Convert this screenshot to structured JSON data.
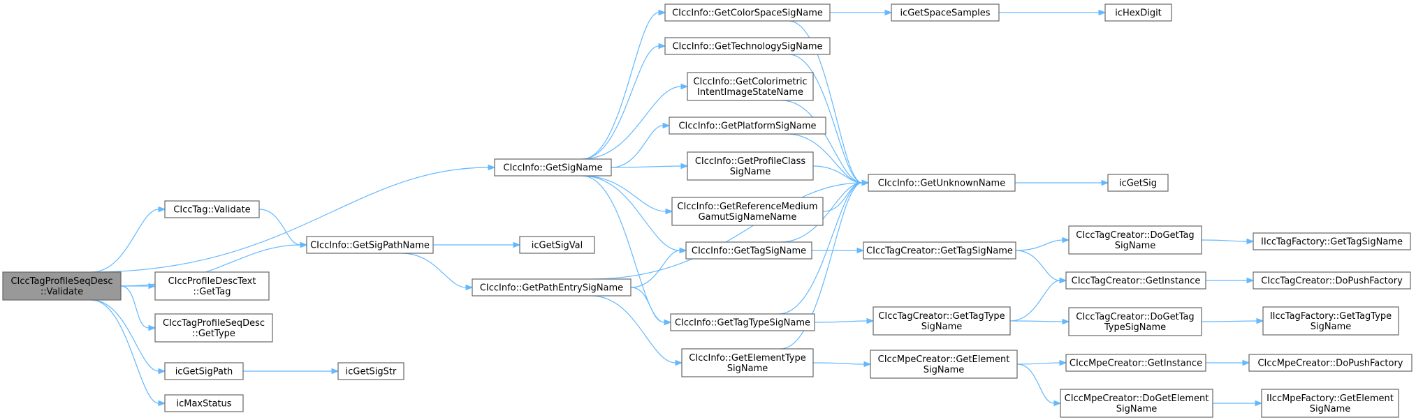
{
  "colors": {
    "node_fill": "#ffffff",
    "root_fill": "#999999",
    "node_border": "#666666",
    "edge": "#63b8ff"
  },
  "nodes": [
    {
      "id": "root",
      "lines": [
        "CIccTagProfileSeqDesc",
        "::Validate"
      ],
      "root": true
    },
    {
      "id": "tag_validate",
      "lines": [
        "CIccTag::Validate"
      ]
    },
    {
      "id": "desc_gettag",
      "lines": [
        "CIccProfileDescText",
        "::GetTag"
      ]
    },
    {
      "id": "seq_gettype",
      "lines": [
        "CIccTagProfileSeqDesc",
        "::GetType"
      ]
    },
    {
      "id": "icgetsigpath",
      "lines": [
        "icGetSigPath"
      ]
    },
    {
      "id": "icmaxstatus",
      "lines": [
        "icMaxStatus"
      ]
    },
    {
      "id": "getsigname",
      "lines": [
        "CIccInfo::GetSigName"
      ]
    },
    {
      "id": "getsigpathname",
      "lines": [
        "CIccInfo::GetSigPathName"
      ]
    },
    {
      "id": "icgetsigstr",
      "lines": [
        "icGetSigStr"
      ]
    },
    {
      "id": "icgetsigval",
      "lines": [
        "icGetSigVal"
      ]
    },
    {
      "id": "getpathentry",
      "lines": [
        "CIccInfo::GetPathEntrySigName"
      ]
    },
    {
      "id": "getcolorspace",
      "lines": [
        "CIccInfo::GetColorSpaceSigName"
      ]
    },
    {
      "id": "gettechnology",
      "lines": [
        "CIccInfo::GetTechnologySigName"
      ]
    },
    {
      "id": "getcolorimetric",
      "lines": [
        "CIccInfo::GetColorimetric",
        "IntentImageStateName"
      ]
    },
    {
      "id": "getplatform",
      "lines": [
        "CIccInfo::GetPlatformSigName"
      ]
    },
    {
      "id": "getprofileclass",
      "lines": [
        "CIccInfo::GetProfileClass",
        "SigName"
      ]
    },
    {
      "id": "getrefmedium",
      "lines": [
        "CIccInfo::GetReferenceMedium",
        "GamutSigNameName"
      ]
    },
    {
      "id": "info_gettagsig",
      "lines": [
        "CIccInfo::GetTagSigName"
      ]
    },
    {
      "id": "info_gettagtype",
      "lines": [
        "CIccInfo::GetTagTypeSigName"
      ]
    },
    {
      "id": "info_getelemtype",
      "lines": [
        "CIccInfo::GetElementType",
        "SigName"
      ]
    },
    {
      "id": "icgetspacesamples",
      "lines": [
        "icGetSpaceSamples"
      ]
    },
    {
      "id": "ichexdigit",
      "lines": [
        "icHexDigit"
      ]
    },
    {
      "id": "getunknown",
      "lines": [
        "CIccInfo::GetUnknownName"
      ]
    },
    {
      "id": "icgetsig",
      "lines": [
        "icGetSig"
      ]
    },
    {
      "id": "creator_gettagsig",
      "lines": [
        "CIccTagCreator::GetTagSigName"
      ]
    },
    {
      "id": "creator_gettagtype",
      "lines": [
        "CIccTagCreator::GetTagType",
        "SigName"
      ]
    },
    {
      "id": "mpe_getelement",
      "lines": [
        "CIccMpeCreator::GetElement",
        "SigName"
      ]
    },
    {
      "id": "creator_dogettag",
      "lines": [
        "CIccTagCreator::DoGetTag",
        "SigName"
      ]
    },
    {
      "id": "creator_getinstance",
      "lines": [
        "CIccTagCreator::GetInstance"
      ]
    },
    {
      "id": "creator_dogettagtype",
      "lines": [
        "CIccTagCreator::DoGetTag",
        "TypeSigName"
      ]
    },
    {
      "id": "mpe_getinstance",
      "lines": [
        "CIccMpeCreator::GetInstance"
      ]
    },
    {
      "id": "mpe_dogetelement",
      "lines": [
        "CIccMpeCreator::DoGetElement",
        "SigName"
      ]
    },
    {
      "id": "factory_gettagsig",
      "lines": [
        "IIccTagFactory::GetTagSigName"
      ]
    },
    {
      "id": "creator_dopush",
      "lines": [
        "CIccTagCreator::DoPushFactory"
      ]
    },
    {
      "id": "factory_gettagtype",
      "lines": [
        "IIccTagFactory::GetTagType",
        "SigName"
      ]
    },
    {
      "id": "mpe_dopush",
      "lines": [
        "CIccMpeCreator::DoPushFactory"
      ]
    },
    {
      "id": "mpefactory_getelement",
      "lines": [
        "IIccMpeFactory::GetElement",
        "SigName"
      ]
    }
  ],
  "edges": [
    [
      "root",
      "getsigname"
    ],
    [
      "root",
      "tag_validate"
    ],
    [
      "root",
      "getsigpathname"
    ],
    [
      "root",
      "desc_gettag"
    ],
    [
      "root",
      "seq_gettype"
    ],
    [
      "root",
      "icgetsigpath"
    ],
    [
      "root",
      "icmaxstatus"
    ],
    [
      "tag_validate",
      "getsigpathname"
    ],
    [
      "icgetsigpath",
      "icgetsigstr"
    ],
    [
      "getsigpathname",
      "icgetsigval"
    ],
    [
      "getsigpathname",
      "getpathentry"
    ],
    [
      "getsigname",
      "getcolorspace"
    ],
    [
      "getsigname",
      "gettechnology"
    ],
    [
      "getsigname",
      "getcolorimetric"
    ],
    [
      "getsigname",
      "getplatform"
    ],
    [
      "getsigname",
      "getprofileclass"
    ],
    [
      "getsigname",
      "getrefmedium"
    ],
    [
      "getsigname",
      "info_gettagsig"
    ],
    [
      "getsigname",
      "info_gettagtype"
    ],
    [
      "getpathentry",
      "info_gettagsig"
    ],
    [
      "getpathentry",
      "info_gettagtype"
    ],
    [
      "getpathentry",
      "info_getelemtype"
    ],
    [
      "getpathentry",
      "getunknown"
    ],
    [
      "getcolorspace",
      "icgetspacesamples"
    ],
    [
      "getcolorspace",
      "getunknown"
    ],
    [
      "icgetspacesamples",
      "ichexdigit"
    ],
    [
      "gettechnology",
      "getunknown"
    ],
    [
      "getcolorimetric",
      "getunknown"
    ],
    [
      "getplatform",
      "getunknown"
    ],
    [
      "getprofileclass",
      "getunknown"
    ],
    [
      "getrefmedium",
      "getunknown"
    ],
    [
      "info_gettagsig",
      "getunknown"
    ],
    [
      "info_gettagsig",
      "creator_gettagsig"
    ],
    [
      "info_gettagtype",
      "getunknown"
    ],
    [
      "info_gettagtype",
      "creator_gettagtype"
    ],
    [
      "info_getelemtype",
      "getunknown"
    ],
    [
      "info_getelemtype",
      "mpe_getelement"
    ],
    [
      "getunknown",
      "icgetsig"
    ],
    [
      "creator_gettagsig",
      "creator_dogettag"
    ],
    [
      "creator_gettagsig",
      "creator_getinstance"
    ],
    [
      "creator_gettagtype",
      "creator_getinstance"
    ],
    [
      "creator_gettagtype",
      "creator_dogettagtype"
    ],
    [
      "mpe_getelement",
      "mpe_getinstance"
    ],
    [
      "mpe_getelement",
      "mpe_dogetelement"
    ],
    [
      "creator_dogettag",
      "factory_gettagsig"
    ],
    [
      "creator_getinstance",
      "creator_dopush"
    ],
    [
      "creator_dogettagtype",
      "factory_gettagtype"
    ],
    [
      "mpe_getinstance",
      "mpe_dopush"
    ],
    [
      "mpe_dogetelement",
      "mpefactory_getelement"
    ]
  ]
}
